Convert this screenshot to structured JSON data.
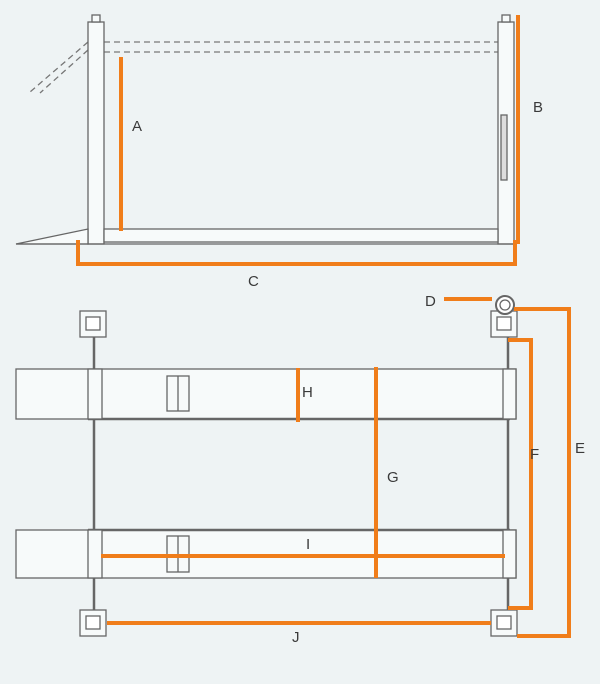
{
  "diagram": {
    "background_color": "#eef3f4",
    "accent_color": "#f07d1a",
    "line_color": "#666666",
    "views": [
      {
        "view": "side-view",
        "labels": [
          "A",
          "B",
          "C"
        ]
      },
      {
        "view": "top-view",
        "labels": [
          "D",
          "E",
          "F",
          "G",
          "H",
          "I",
          "J"
        ]
      }
    ],
    "dimensions": {
      "A": "A",
      "B": "B",
      "C": "C",
      "D": "D",
      "E": "E",
      "F": "F",
      "G": "G",
      "H": "H",
      "I": "I",
      "J": "J"
    }
  }
}
